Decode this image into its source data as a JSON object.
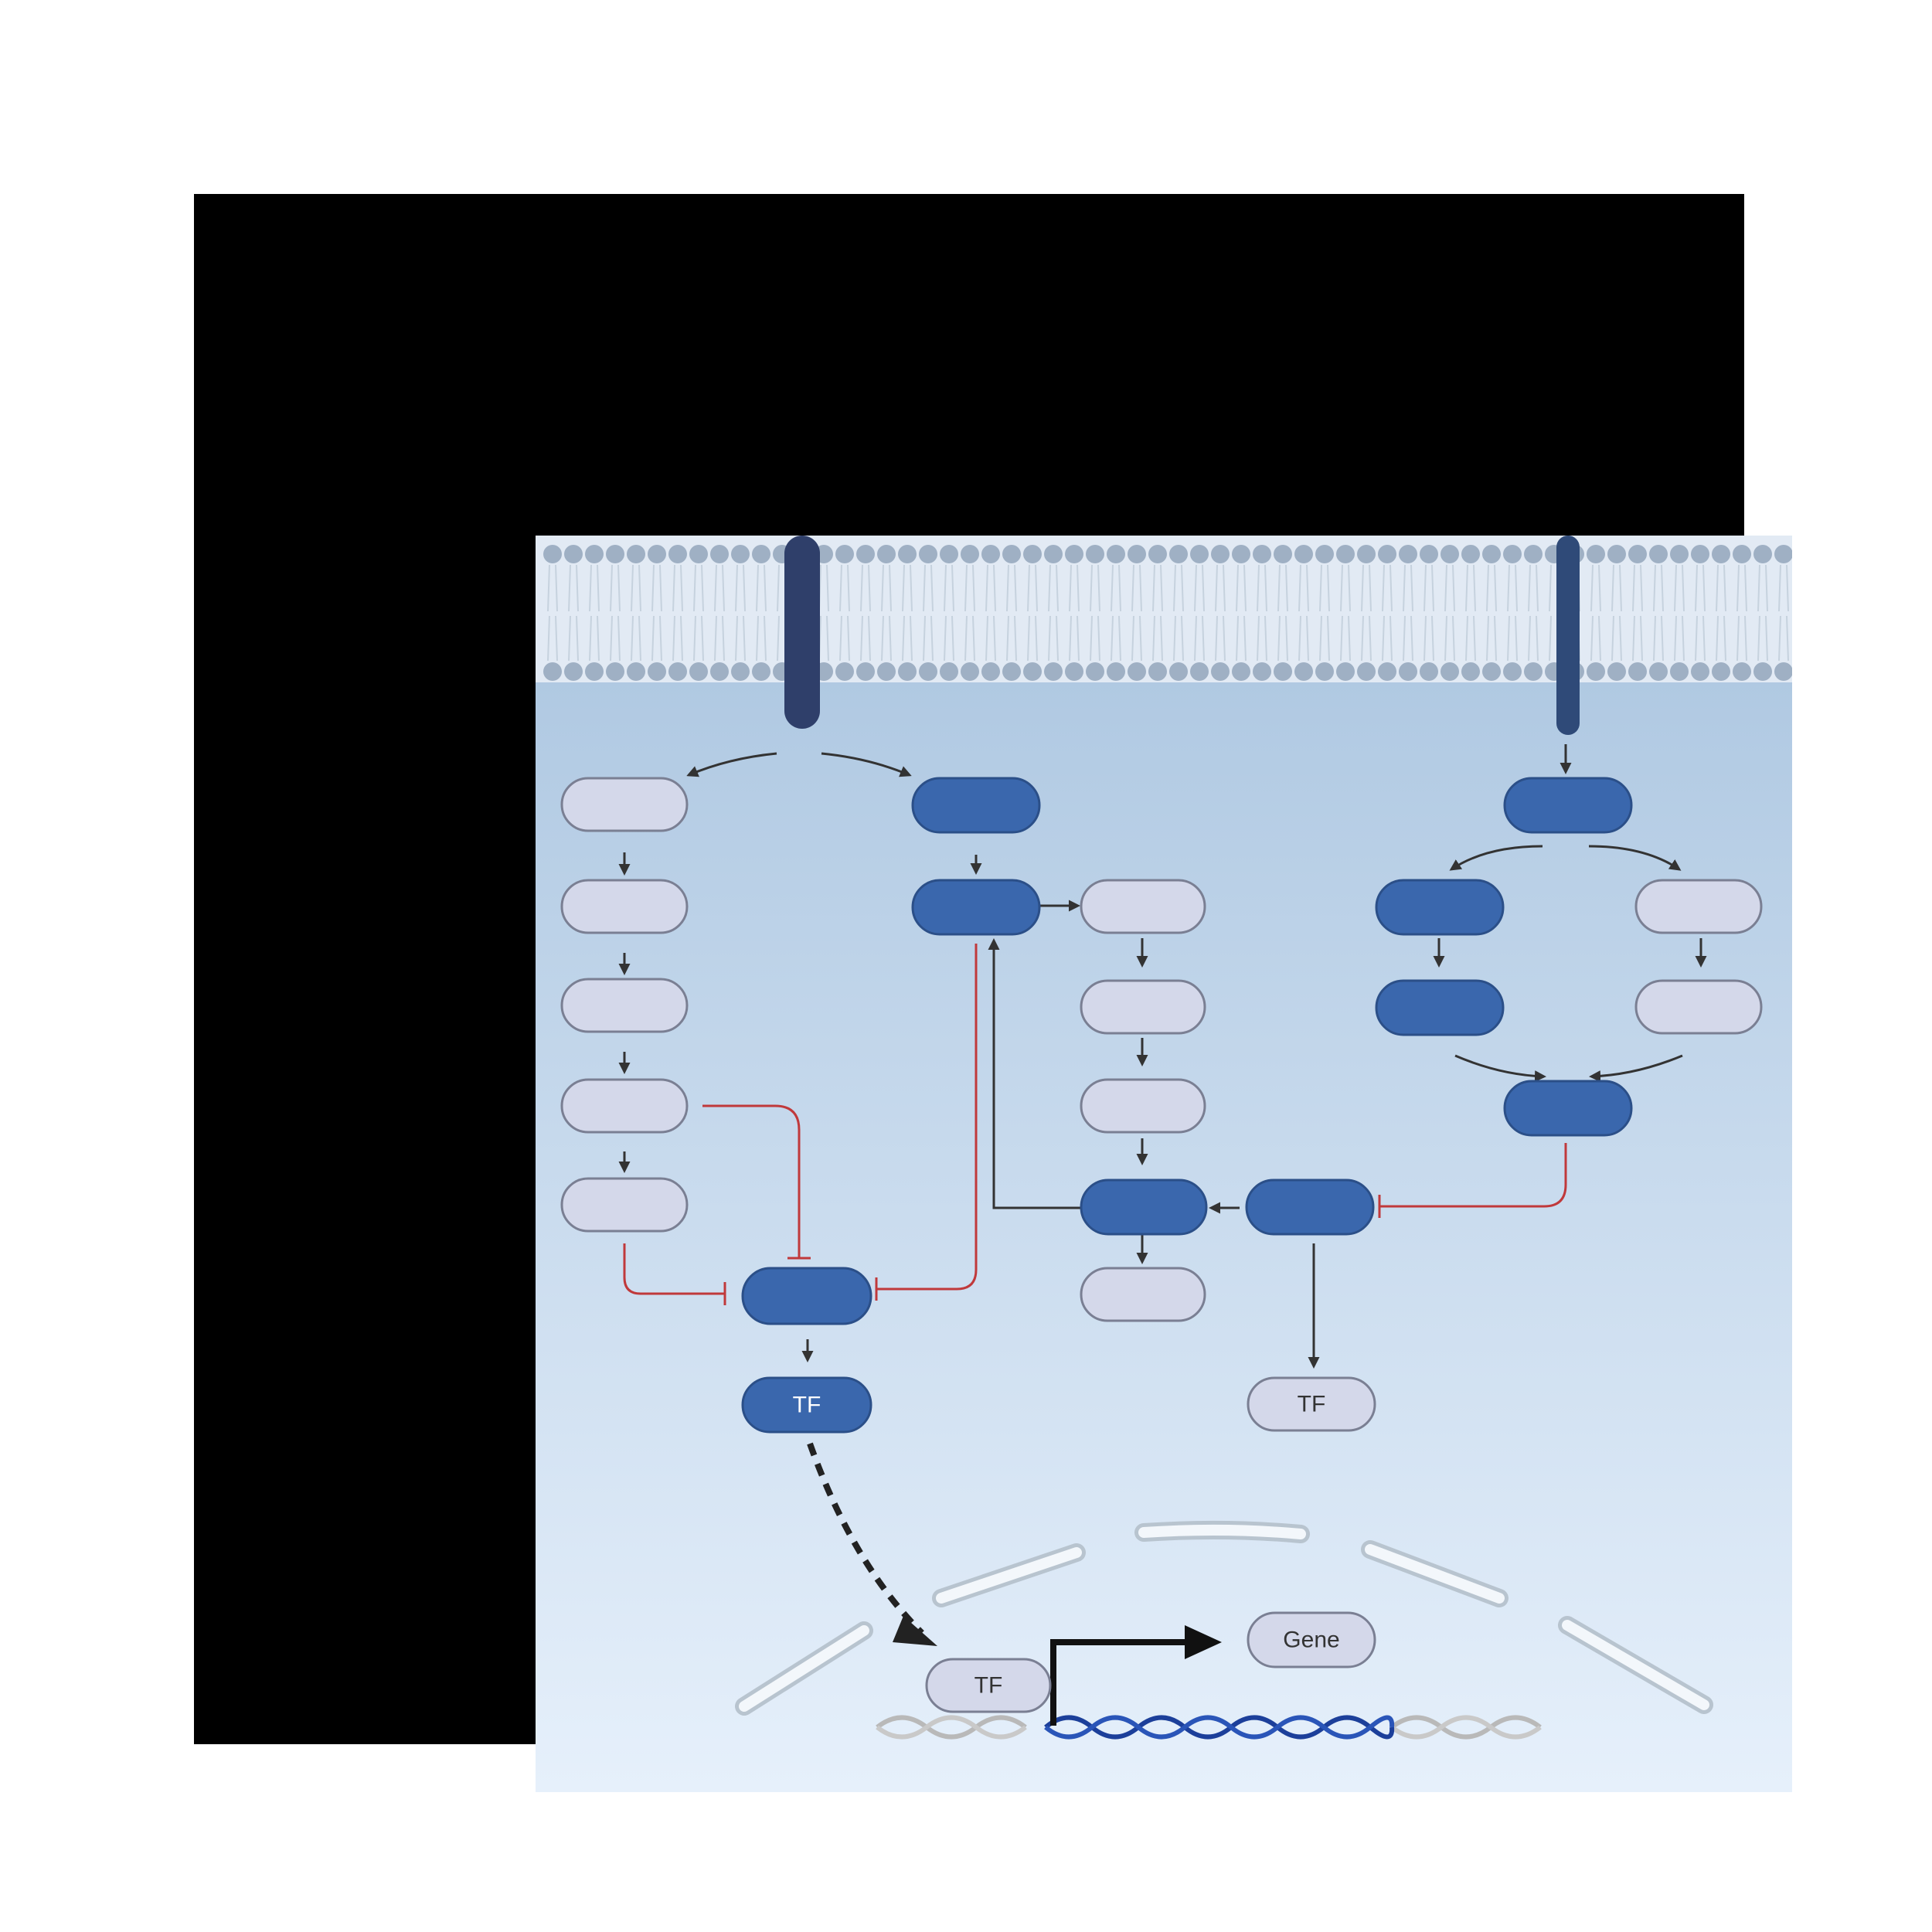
{
  "labels": {
    "tf_active": "TF",
    "tf_inactive": "TF",
    "tf_nucleus": "TF",
    "gene": "Gene"
  },
  "colors": {
    "frame": "#000000",
    "active_node": "#3a67ad",
    "inactive_node": "#d4d8ea",
    "inhibition": "#c0393b",
    "activation": "#333333",
    "receptor": "#2f3f6a",
    "dna_active": "#1c3f9a",
    "dna_inactive": "#b9b9b9"
  },
  "icons": [
    "cell-membrane-icon",
    "receptor-icon",
    "nuclear-envelope-icon",
    "dna-helix-icon",
    "transcription-arrow-icon"
  ]
}
